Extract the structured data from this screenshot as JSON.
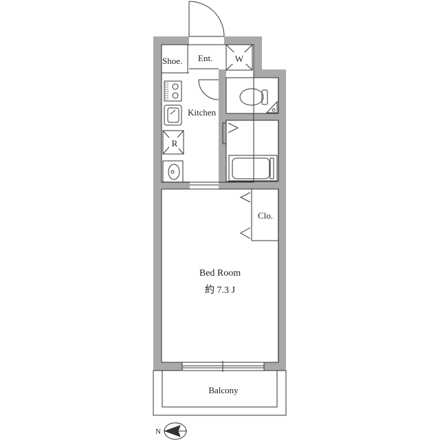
{
  "rooms": {
    "entrance": "Ent.",
    "shoe": "Shoe.",
    "washer": "W",
    "kitchen": "Kitchen",
    "refrigerator": "R",
    "closet": "Clo.",
    "bedroom": "Bed Room",
    "bedroom_size": "約 7.3 J",
    "balcony": "Balcony"
  },
  "compass": {
    "north": "N"
  },
  "colors": {
    "wall": "#a9a9a9",
    "line": "#333333",
    "background": "#ffffff"
  }
}
